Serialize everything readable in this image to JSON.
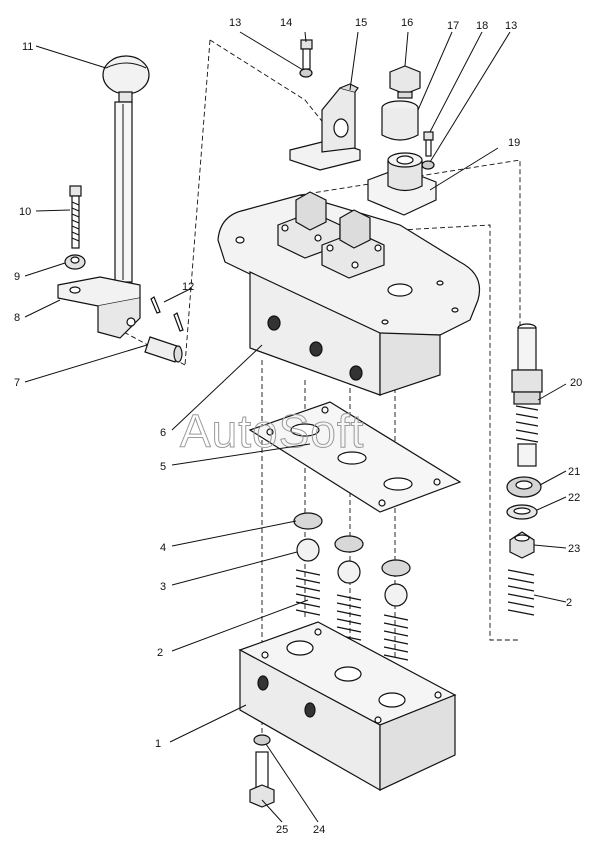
{
  "watermark": "AutoSoft",
  "callouts": {
    "c1": "1",
    "c2a": "2",
    "c2b": "2",
    "c3": "3",
    "c4": "4",
    "c5": "5",
    "c6": "6",
    "c7": "7",
    "c8": "8",
    "c9": "9",
    "c10": "10",
    "c11": "11",
    "c12": "12",
    "c13a": "13",
    "c13b": "13",
    "c14": "14",
    "c15": "15",
    "c16": "16",
    "c17": "17",
    "c18": "18",
    "c19": "19",
    "c20": "20",
    "c21": "21",
    "c22": "22",
    "c23": "23",
    "c24": "24",
    "c25": "25"
  }
}
